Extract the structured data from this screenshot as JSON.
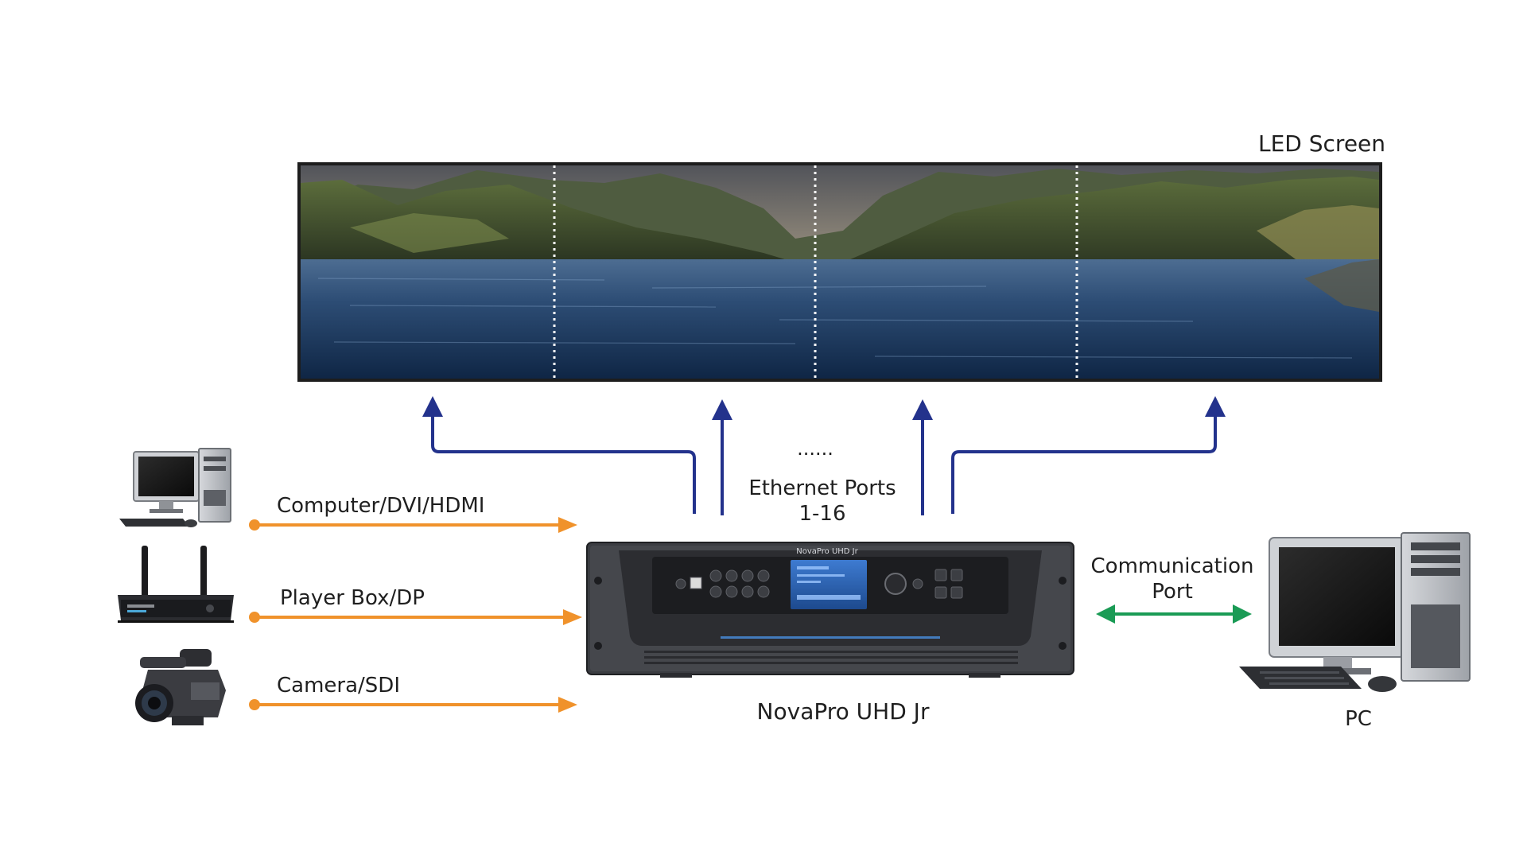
{
  "labels": {
    "led_screen": "LED Screen",
    "ellipsis": "......",
    "ethernet_line1": "Ethernet Ports",
    "ethernet_line2": "1-16",
    "input_computer": "Computer/DVI/HDMI",
    "input_player": "Player Box/DP",
    "input_camera": "Camera/SDI",
    "device_name": "NovaPro UHD Jr",
    "device_brand": "NovaPro UHD Jr",
    "comm_line1": "Communication",
    "comm_line2": "Port",
    "pc": "PC"
  },
  "colors": {
    "ethernet_arrow": "#23328c",
    "input_arrow": "#f0922b",
    "comm_arrow": "#1a9b55",
    "device_body": "#3b3d42",
    "device_panel": "#1c1d20",
    "device_screen": "#2b63b5"
  },
  "icons": {
    "computer": "desktop-computer-icon",
    "player_box": "media-player-box-icon",
    "camera": "video-camera-icon",
    "pc": "desktop-pc-icon"
  }
}
